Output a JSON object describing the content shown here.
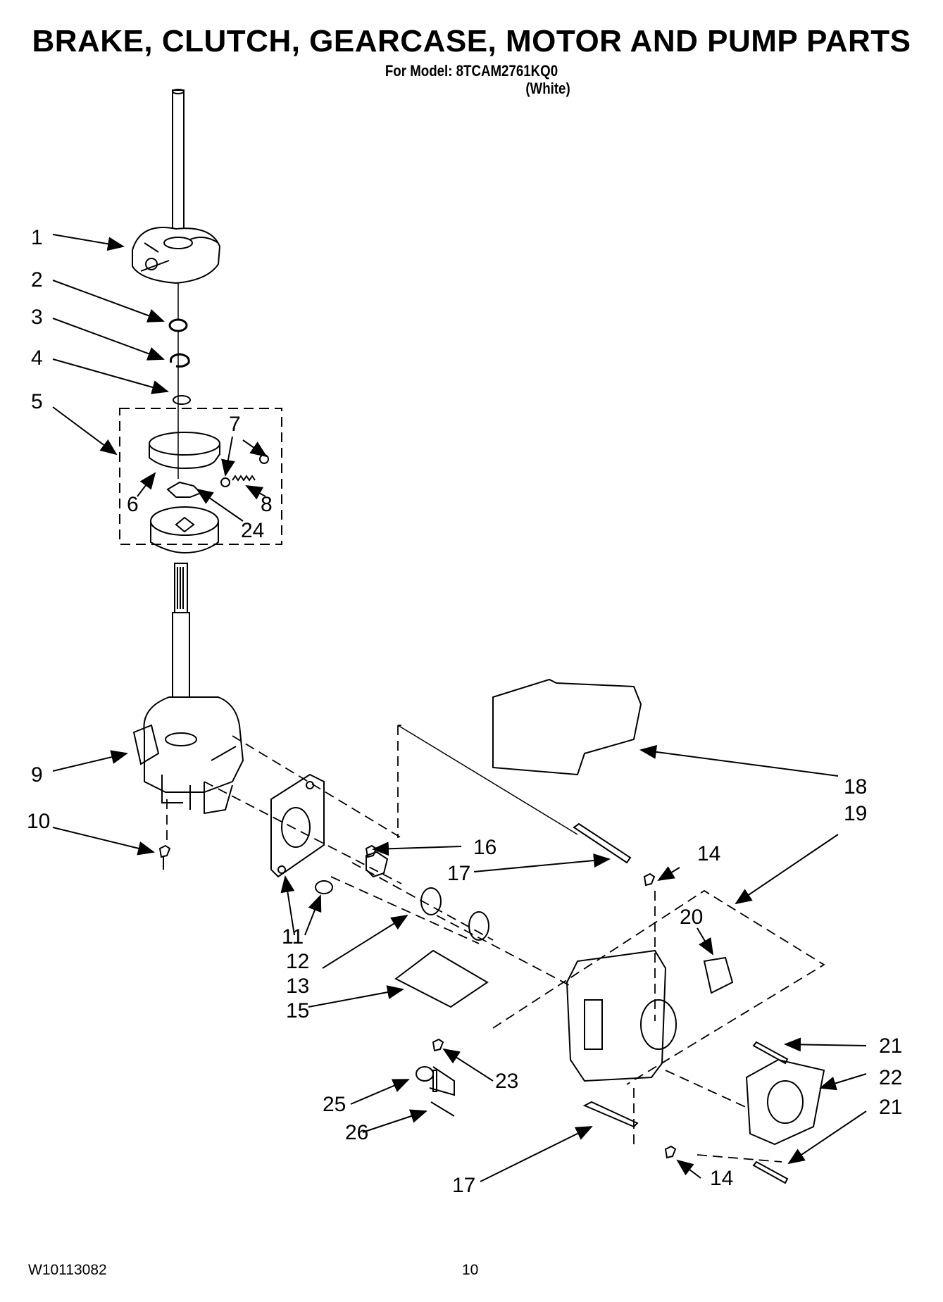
{
  "header": {
    "title": "BRAKE, CLUTCH, GEARCASE, MOTOR AND PUMP PARTS",
    "model_line": "For Model: 8TCAM2761KQ0",
    "color_line": "(White)"
  },
  "callouts": [
    "1",
    "2",
    "3",
    "4",
    "5",
    "6",
    "7",
    "8",
    "24",
    "9",
    "10",
    "11",
    "12",
    "13",
    "15",
    "16",
    "17",
    "14",
    "18",
    "19",
    "20",
    "21",
    "22",
    "21",
    "23",
    "25",
    "26",
    "17",
    "14"
  ],
  "footer": {
    "doc_number": "W10113082",
    "page_number": "10"
  }
}
